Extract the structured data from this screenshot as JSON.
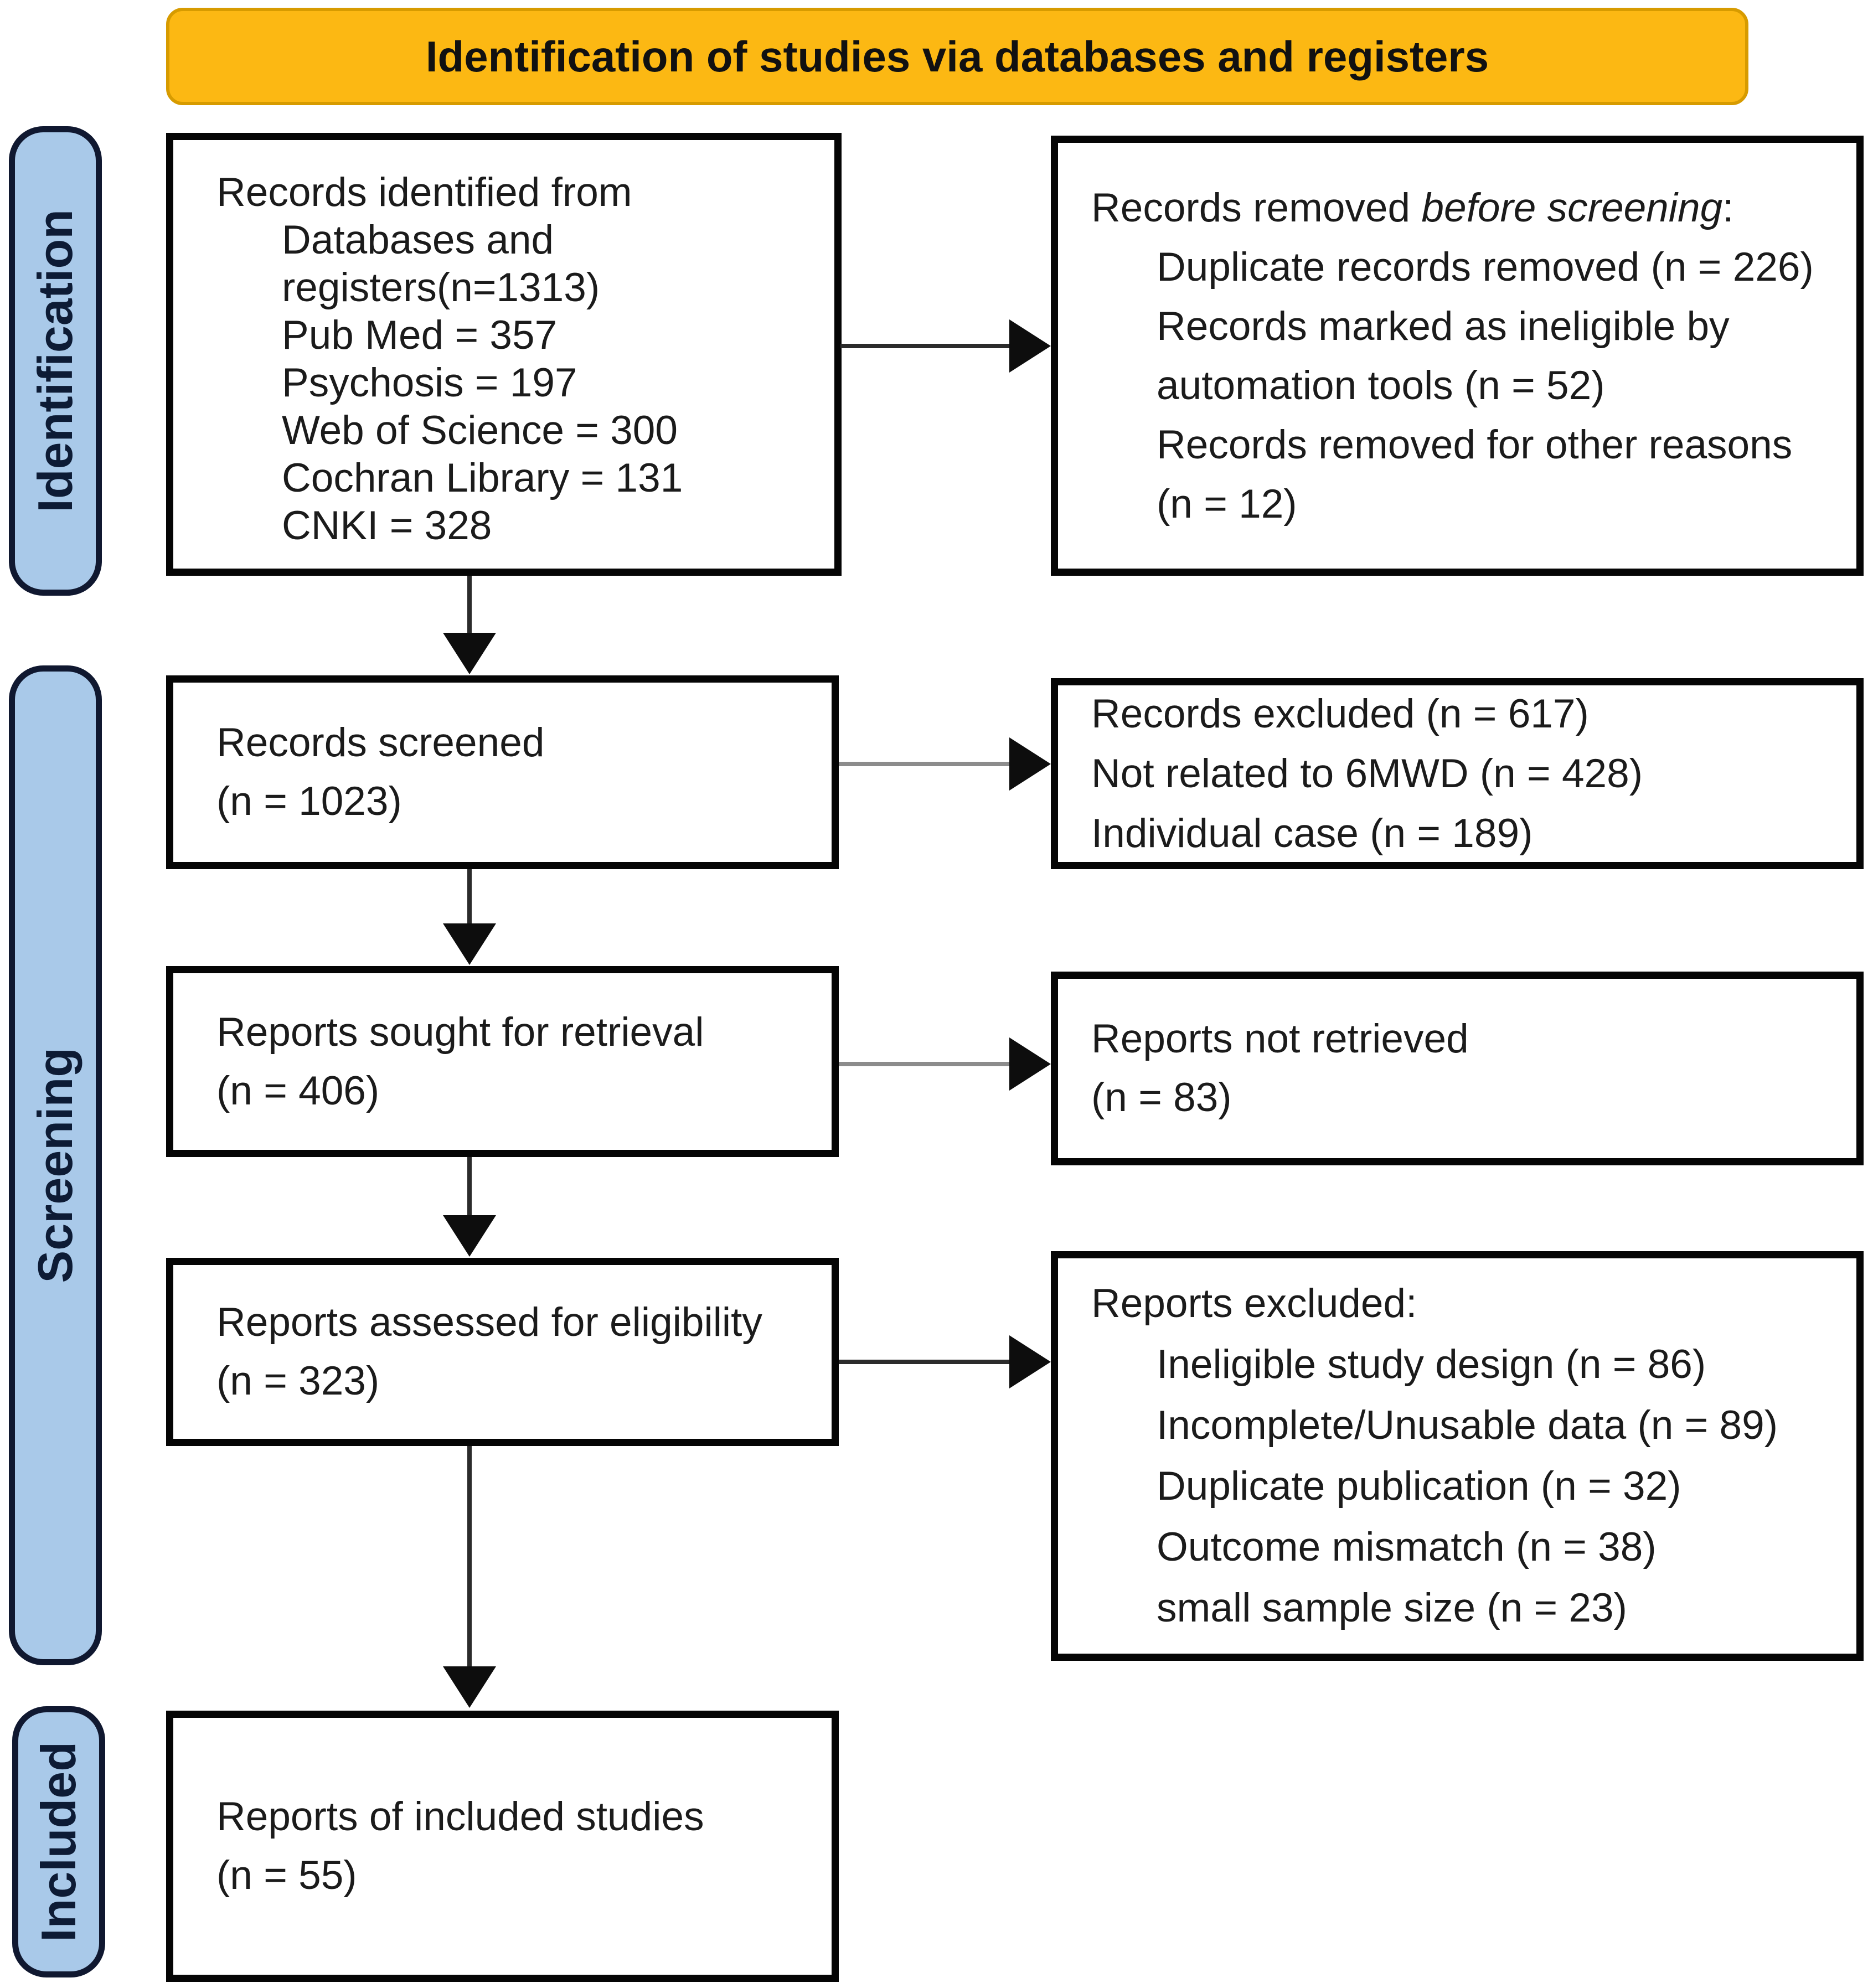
{
  "banner": {
    "title": "Identification of studies via databases and registers"
  },
  "stages": [
    {
      "id": "identification",
      "label": "Identification"
    },
    {
      "id": "screening",
      "label": "Screening"
    },
    {
      "id": "included",
      "label": "Included"
    }
  ],
  "boxes": {
    "identified": {
      "lines": [
        "Records identified from",
        "Databases and",
        "registers(n=1313)",
        "Pub Med = 357",
        "Psychosis = 197",
        "Web of Science = 300",
        "Cochran Library = 131",
        "CNKI = 328"
      ]
    },
    "removed": {
      "title_prefix": "Records removed ",
      "title_italic": "before screening",
      "title_suffix": ":",
      "lines": [
        "Duplicate records removed  (n = 226)",
        "Records marked as ineligible by",
        "automation tools (n = 52)",
        "Records removed for other reasons",
        "(n = 12)"
      ]
    },
    "screened": {
      "lines": [
        "Records screened",
        "(n = 1023)"
      ]
    },
    "excluded": {
      "lines": [
        "Records excluded (n = 617)",
        "Not related to 6MWD (n = 428)",
        "Individual case (n = 189)"
      ]
    },
    "sought": {
      "lines": [
        "Reports sought for retrieval",
        "(n = 406)"
      ]
    },
    "not_retrieved": {
      "lines": [
        "Reports not retrieved",
        "(n = 83)"
      ]
    },
    "assessed": {
      "lines": [
        "Reports assessed for eligibility",
        "(n = 323)"
      ]
    },
    "reports_excluded": {
      "title": "Reports excluded:",
      "lines": [
        "Ineligible study design (n = 86)",
        "Incomplete/Unusable data (n = 89)",
        "Duplicate publication (n = 32)",
        "Outcome mismatch (n = 38)",
        "small sample size (n = 23)"
      ]
    },
    "included_reports": {
      "lines": [
        "Reports of included studies",
        "(n = 55)"
      ]
    }
  },
  "colors": {
    "banner_bg": "#FCB813",
    "banner_edge": "#D79B00",
    "stage_bg": "#A9C9E9",
    "stage_border": "#101830",
    "stage_text": "#0D1B35",
    "box_border": "#050505",
    "arrow_dark": "#2B2B2B",
    "arrow_gray": "#8C8C8C",
    "arrow_head": "#0D0D0D"
  }
}
